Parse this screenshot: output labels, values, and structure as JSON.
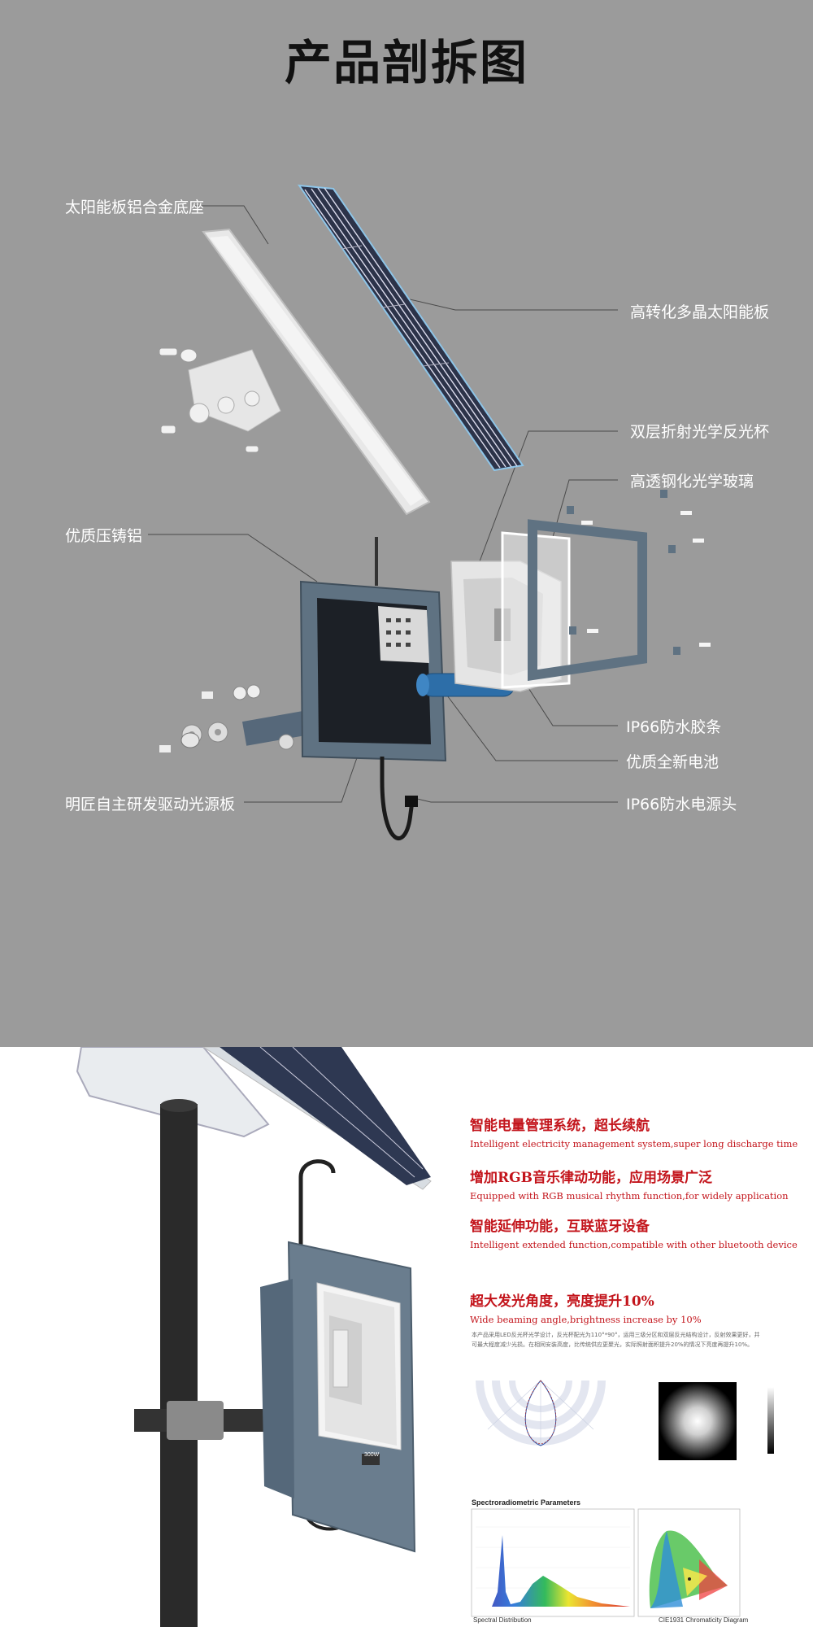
{
  "title": "产品剖拆图",
  "labels": {
    "base": "太阳能板铝合金底座",
    "panel": "高转化多晶太阳能板",
    "reflector": "双层折射光学反光杯",
    "glass": "高透钢化光学玻璃",
    "casting": "优质压铸铝",
    "seal": "IP66防水胶条",
    "battery": "优质全新电池",
    "driver": "明匠自主研发驱动光源板",
    "plug": "IP66防水电源头"
  },
  "features": [
    {
      "cn": "智能电量管理系统，超长续航",
      "en": "Intelligent electricity management system,super long discharge time"
    },
    {
      "cn": "增加RGB音乐律动功能，应用场景广泛",
      "en": "Equipped with RGB musical rhythm function,for widely application"
    },
    {
      "cn": "智能延伸功能，互联蓝牙设备",
      "en": "Intelligent extended function,compatible with other bluetooth device"
    },
    {
      "cn": "超大发光角度，亮度提升10%",
      "en": "Wide beaming angle,brightness increase by 10%"
    }
  ],
  "description": "本产品采用LED反光杯光学设计，反光杯配光为110°*90°，运用三级分区和双层反光结构设计，反射效果更好，并可最大程度减少光损。在相同安装高度，比传统供应更聚光，实际照射面积提升20%的情况下亮度再提升10%。",
  "lamp_badge": "300W",
  "charts": {
    "spectro_title": "Spectroradiometric Parameters",
    "spectral_caption": "Spectral Distribution",
    "cie_caption": "CIE1931 Chromaticity Diagram"
  },
  "colors": {
    "top_bg": "#9b9b9b",
    "accent_red": "#c3141b",
    "housing": "#5f7282",
    "panel": "#2c3349"
  }
}
